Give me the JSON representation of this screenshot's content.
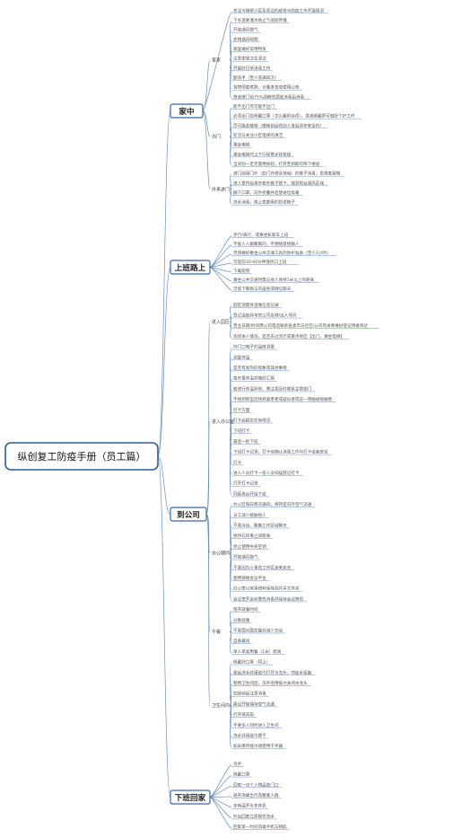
{
  "root": "纵创复工防疫手册（员工篇）",
  "colors": {
    "line": "#6a8fb8",
    "branch_border": "#3a6aa6",
    "root_border": "#2e5d98",
    "text": "#333333"
  },
  "branches": [
    {
      "label": "家中",
      "groups": [
        {
          "label": "",
          "items": [
            "关注与隔壁小区及周边的疫情与防疫工作开展情况"
          ]
        },
        {
          "label": "室家",
          "items": [
            "下水道要灌水防止气溶胶传播",
            "开窗通风换气",
            "衣物通风晾晒",
            "家里做好常用物资",
            "注意家里卫生清洁",
            "开展好日常消毒工作",
            "勤洗手（至少洗满四次）",
            "食物彻底煮熟，分餐进食或使用公筷",
            "快递进门前75%酒精喷洒或消毒后消毒"
          ]
        },
        {
          "label": "出门",
          "items": [
            "能不出门尽可能不出门",
            "必须出门应佩戴口罩（怎么戴很合适），普通佩戴即可做好个护工作",
            "尽可能走楼梯（楼梯前后在别人身后并非安全的）",
            "轮流与关注小区电梯的清洁",
            "乘坐电梯",
            "乘坐电梯时上下行程需手扶按钮",
            "当间别一定无需用按钮，打开至到期可降下楼层"
          ]
        },
        {
          "label": "外来进门",
          "items": [
            "进门前用门外（如门外附近地域）的鞋子消毒，更换家居鞋",
            "进入室内后将外套外鞋子脱下，放到阳台通风区域",
            "摘下口罩，向外折叠并后放进垃圾箱",
            "洗手消毒，换上家庭用的舒适鞋子"
          ]
        }
      ]
    },
    {
      "label": "上班路上",
      "groups": [
        {
          "label": "",
          "items": [
            "步行/骑行，或乘坐私家车上班",
            "不能入人群聚集的，不便随意接触人",
            "尽快做好乘坐公共交通工具的防护准备（至少1小时）",
            "可提前30-60分钟放风口上班",
            "下载疫管",
            "乘坐公共交通时需与他人保持1米以上的距离",
            "可留下聊佩与内容各或微信聊天"
          ]
        }
      ]
    },
    {
      "label": "到公司",
      "groups": [
        {
          "label": "进入园区",
          "items": [
            "园区测量体温做信息记录",
            "登记温度异常的公司名称/出入号码",
            "营业日期/时间用公司电话联系各类市与社区/公司有关要做好登记预备到达",
            "询问本人情况，是否去过流行或重点地区【出门、乘坐电梯】"
          ]
        },
        {
          "label": "进入办公室",
          "items": [
            "向门口电子的温度测量",
            "测量体温",
            "是否有发热的现象或其他事情",
            "每天量体温并做好汇报",
            "若进行体温异常，需注意及时联系主管部门",
            "不接到新型冠状病毒患者或疑似者或前一周触碰接触者",
            "打卡方面",
            "打卡后报告实际情况",
            "下班打卡",
            "最后一批下班",
            "下班打卡记录，打卡前确认消毒工作与打卡设备安全",
            "打卡",
            "进入人员打卡一名人员扫描登记打卡",
            "打开打卡记录",
            "同距离台开始下班"
          ]
        },
        {
          "label": "办公期间",
          "items": [
            "办公区每日两次通风，保持室内外空气流通",
            "员工减少接触他人",
            "不要对话、聚集工作区域聊天",
            "保持与同事之间距离",
            "停止使用中央空调",
            "开窗通风换气",
            "不要因为小事在工作区走来走去",
            "使用快捷会议平台",
            "办公室以常用资料保存到共享文件夹",
            "会议室开会前需先消毒并保持会议简短"
          ]
        },
        {
          "label": "午餐",
          "items": [
            "错开就餐时间",
            "分散就餐",
            "不要面对面就餐并减少交谈",
            "自备餐具",
            "单人单桌用餐（1米）距离"
          ]
        },
        {
          "label": "卫生间内",
          "items": [
            "佩戴好口罩（同上）",
            "便后洗手并用纸巾打开水龙头，勿徒手接触",
            "使用卫生间后，洗手后用纸巾关闭水龙头",
            "如厕前后注意消毒",
            "建议开窗保持空气流通",
            "打开排风扇",
            "不要多人同时进入卫生间",
            "洗手并用纸巾擦干",
            "如未携带纸巾请使用干手器"
          ]
        }
      ]
    },
    {
      "label": "下班回家",
      "groups": [
        {
          "label": "",
          "items": [
            "洗手",
            "佩戴口罩",
            "回家一切个人物品放门口",
            "避开高峰出行及聚集人群",
            "多喝温开水多休息",
            "外出回家立即换衣洗手",
            "回家第一时间消毒手机与钥匙"
          ]
        }
      ]
    }
  ]
}
